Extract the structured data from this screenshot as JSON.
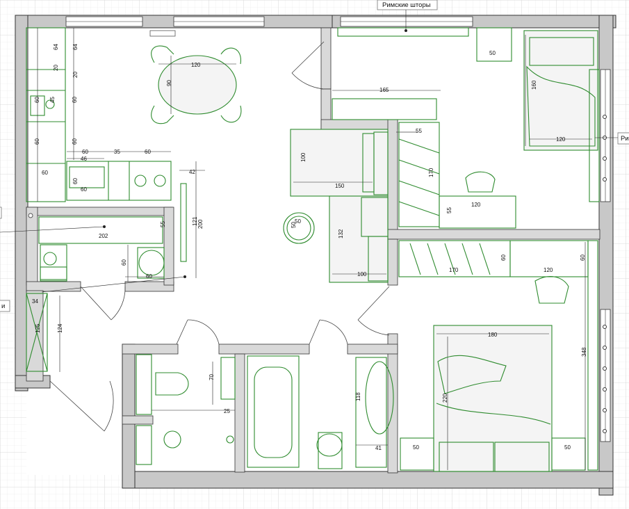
{
  "labels": {
    "callout_top": "Римские шторы",
    "callout_right": "Ри",
    "callout_left": "и"
  },
  "dimensions": {
    "table_w": "120",
    "table_h": "90",
    "k64a": "64",
    "k64b": "64",
    "k20a": "20",
    "k20b": "20",
    "k60a": "60",
    "k45": "45",
    "k60b": "60",
    "k60c": "60",
    "k60d": "60",
    "k60e": "60",
    "k35": "35",
    "k60f": "60",
    "k46": "46",
    "k60g": "60",
    "k60h": "60",
    "k60i": "60",
    "k42": "42",
    "k121": "121",
    "k200": "200",
    "k202": "202",
    "k55a": "55",
    "k60j": "60",
    "k60k": "60",
    "k34": "34",
    "k125": "125",
    "k124": "124",
    "sofa100": "100",
    "sofa150": "150",
    "sofa132": "132",
    "sofa100b": "100",
    "round50a": "50",
    "round50b": "50",
    "desk165": "165",
    "desk50": "50",
    "wardrobe55": "55",
    "wardrobe170": "170",
    "desk120": "120",
    "desk55": "55",
    "bed160": "160",
    "bed120": "120",
    "w170": "170",
    "w60a": "60",
    "w120": "120",
    "w60b": "60",
    "bed180": "180",
    "bed220": "220",
    "bed348": "348",
    "n50a": "50",
    "n50b": "50",
    "b70": "70",
    "b25": "25",
    "b118": "118",
    "b41": "41"
  },
  "colors": {
    "furniture": "#2e8b2e",
    "walls": "#c8c8c8",
    "grid": "#e6e6e6"
  }
}
